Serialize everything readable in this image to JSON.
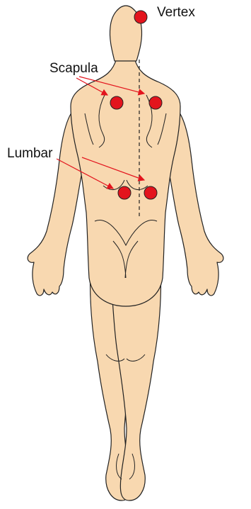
{
  "labels": {
    "vertex": "Vertex",
    "scapula": "Scapula",
    "lumbar": "Lumbar"
  },
  "colors": {
    "skin": "#f8d8b0",
    "outline": "#222222",
    "marker": "#e3141d",
    "arrow": "#e3141d"
  },
  "icons": {
    "figure": "human-back-view",
    "marker": "red-circle"
  }
}
